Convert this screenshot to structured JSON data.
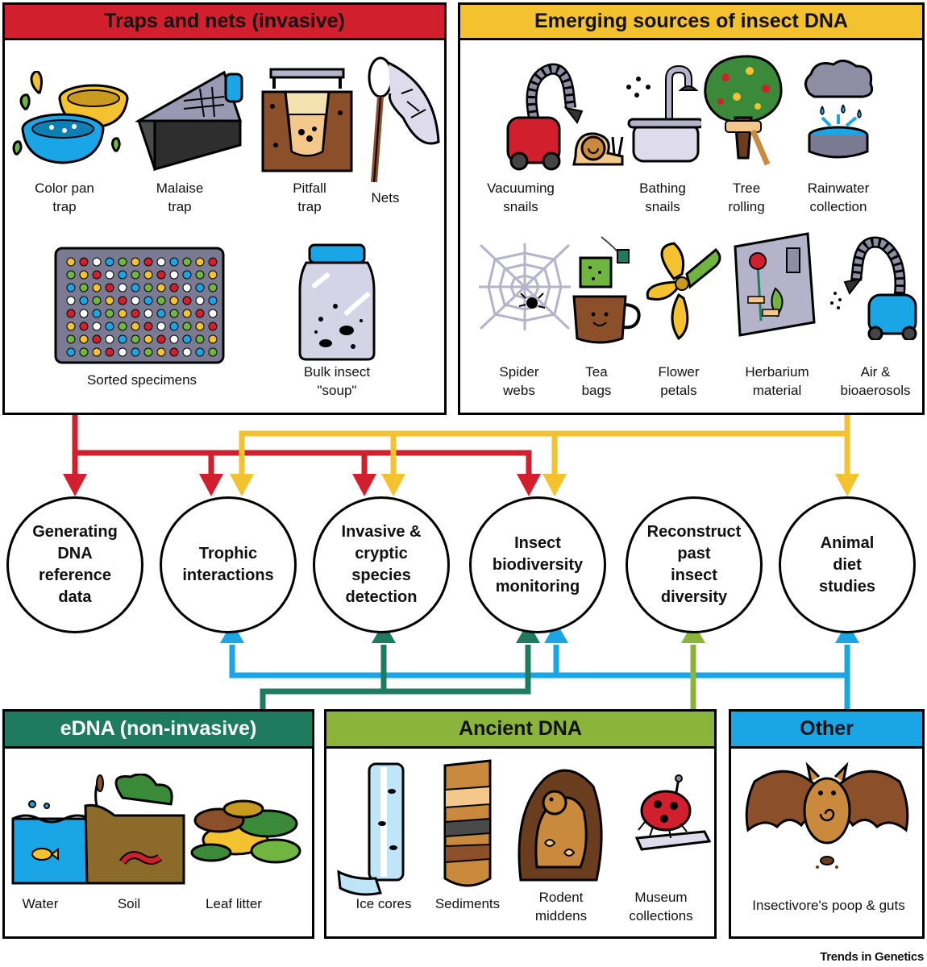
{
  "panels": {
    "traps": {
      "title": "Traps and nets (invasive)",
      "color": "#d11f2e",
      "items": [
        "Color pan\ntrap",
        "Malaise\ntrap",
        "Pitfall\ntrap",
        "Nets",
        "Sorted specimens",
        "Bulk insect\n\"soup\""
      ]
    },
    "emerging": {
      "title": "Emerging sources of insect DNA",
      "color": "#f4c12f",
      "items": [
        "Vacuuming\nsnails",
        "Bathing\nsnails",
        "Tree\nrolling",
        "Rainwater\ncollection",
        "Spider\nwebs",
        "Tea\nbags",
        "Flower\npetals",
        "Herbarium\nmaterial",
        "Air &\nbioaerosols"
      ]
    },
    "edna": {
      "title": "eDNA (non-invasive)",
      "color": "#1e7b5e",
      "items": [
        "Water",
        "Soil",
        "Leaf litter"
      ]
    },
    "ancient": {
      "title": "Ancient DNA",
      "color": "#8ab43a",
      "items": [
        "Ice cores",
        "Sediments",
        "Rodent\nmiddens",
        "Museum\ncollections"
      ]
    },
    "other": {
      "title": "Other",
      "color": "#1aa6e6",
      "items": [
        "Insectivore's poop & guts"
      ]
    }
  },
  "applications": [
    "Generating\nDNA\nreference\ndata",
    "Trophic\ninteractions",
    "Invasive &\ncryptic\nspecies\ndetection",
    "Insect\nbiodiversity\nmonitoring",
    "Reconstruct\npast\ninsect\ndiversity",
    "Animal\ndiet\nstudies"
  ],
  "credit": "Trends in Genetics"
}
